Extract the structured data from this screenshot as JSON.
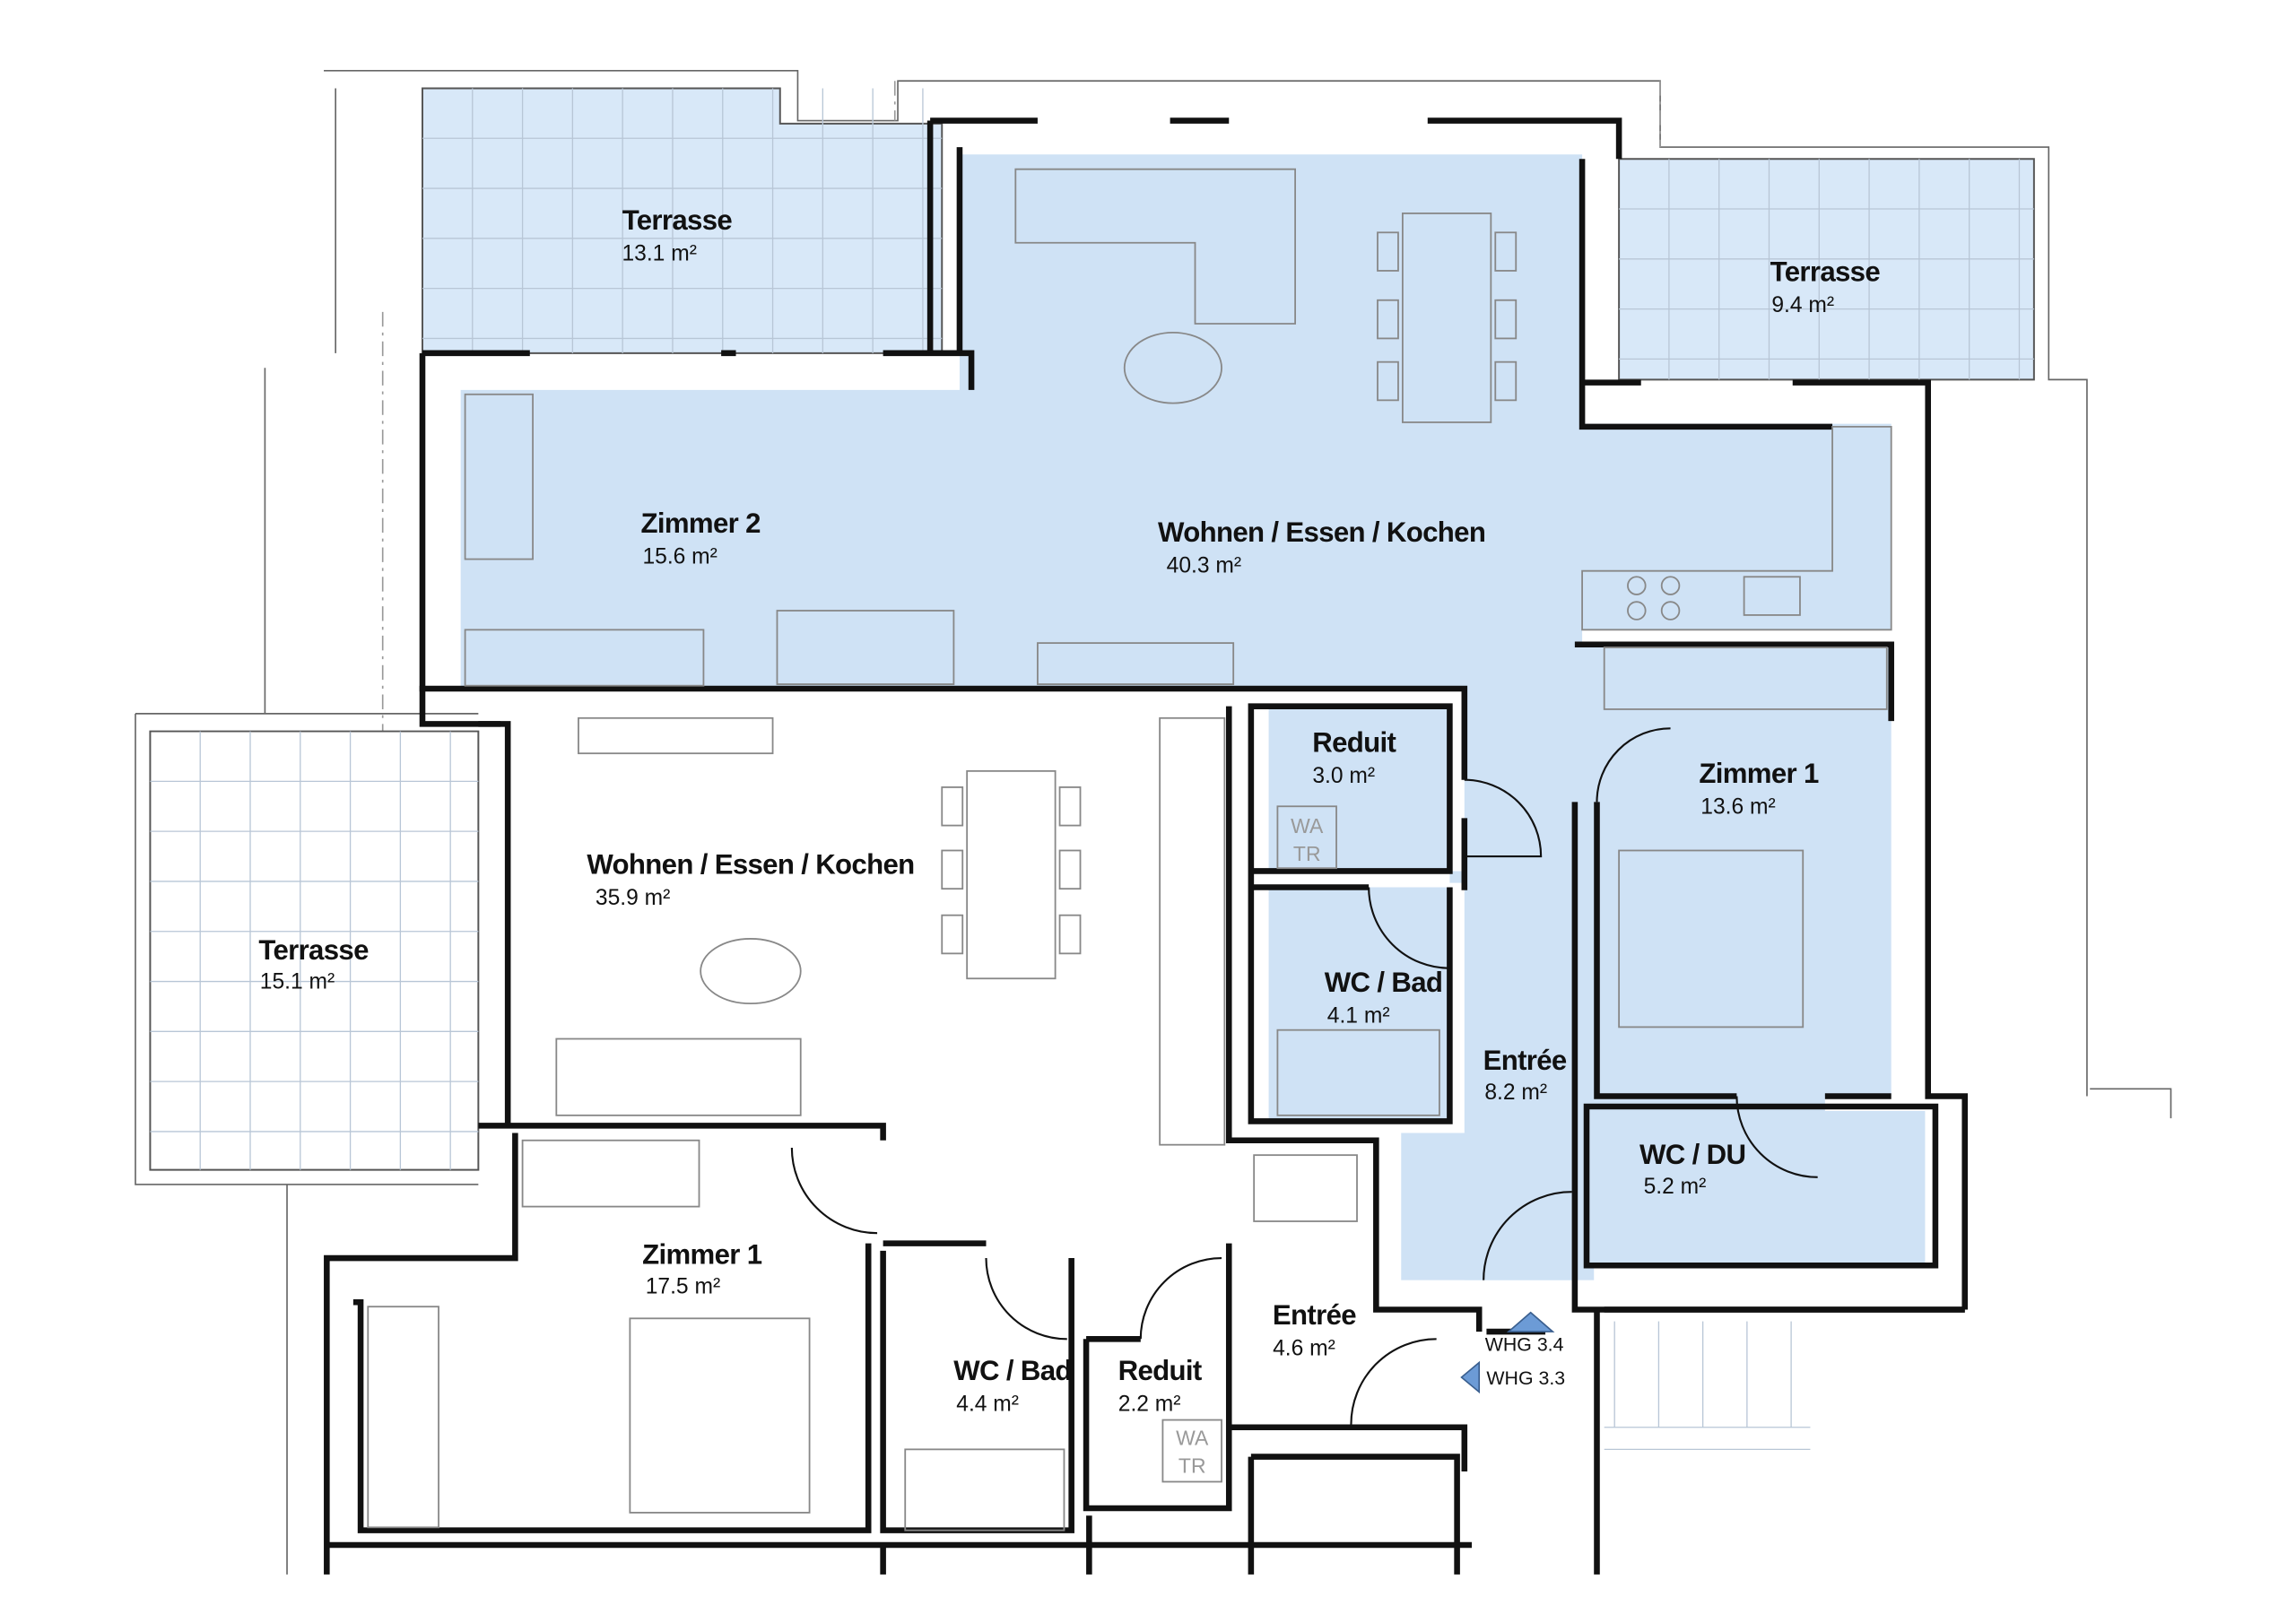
{
  "plan": {
    "rooms": {
      "terrasse_nw": {
        "name": "Terrasse",
        "area": "13.1 m²"
      },
      "wohnen_top": {
        "name": "Wohnen / Essen / Kochen",
        "area": "40.3 m²"
      },
      "terrasse_ne": {
        "name": "Terrasse",
        "area": "9.4 m²"
      },
      "zimmer2": {
        "name": "Zimmer 2",
        "area": "15.6 m²"
      },
      "reduit_a": {
        "name": "Reduit",
        "area": "3.0 m²"
      },
      "zimmer1_a": {
        "name": "Zimmer 1",
        "area": "13.6 m²"
      },
      "wohnen_low": {
        "name": "Wohnen / Essen / Kochen",
        "area": "35.9 m²"
      },
      "terrasse_w": {
        "name": "Terrasse",
        "area": "15.1 m²"
      },
      "wcbad_a": {
        "name": "WC / Bad",
        "area": "4.1 m²"
      },
      "entree_a": {
        "name": "Entrée",
        "area": "8.2 m²"
      },
      "wcdu_a": {
        "name": "WC / DU",
        "area": "5.2 m²"
      },
      "zimmer1_b": {
        "name": "Zimmer 1",
        "area": "17.5 m²"
      },
      "entree_b": {
        "name": "Entrée",
        "area": "4.6 m²"
      },
      "reduit_b": {
        "name": "Reduit",
        "area": "2.2 m²"
      },
      "wcbad_b": {
        "name": "WC / Bad",
        "area": "4.4 m²"
      }
    },
    "watr": {
      "line1": "WA",
      "line2": "TR"
    },
    "markers": {
      "whg34": "WHG 3.4",
      "whg33": "WHG 3.3"
    },
    "colors": {
      "apartment_fill": "#cfe2f5",
      "terrace_fill": "#d8e8f8",
      "marker": "#6c9bd6"
    }
  }
}
